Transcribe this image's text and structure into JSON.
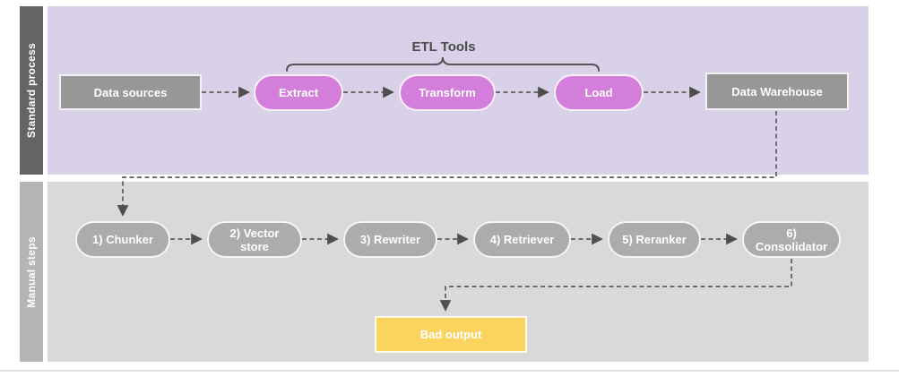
{
  "lanes": {
    "standard": {
      "label": "Standard process"
    },
    "manual": {
      "label": "Manual steps"
    }
  },
  "annotation": {
    "etl_tools": "ETL Tools"
  },
  "nodes": {
    "data_sources": "Data sources",
    "extract": "Extract",
    "transform": "Transform",
    "load": "Load",
    "data_warehouse": "Data Warehouse",
    "chunker": "1) Chunker",
    "vector_store": "2) Vector store",
    "rewriter": "3) Rewriter",
    "retriever": "4) Retriever",
    "reranker": "5) Reranker",
    "consolidator": "6) Consolidator",
    "bad_output": "Bad output"
  },
  "colors": {
    "standard_lane_bar": "#646464",
    "standard_lane_bg": "#d8d1e7",
    "manual_lane_bar": "#b5b5b5",
    "manual_lane_bg": "#d9d9d9",
    "etl_stage_fill": "#d47edb",
    "gray_box_fill": "#979797",
    "manual_step_fill": "#acacac",
    "bad_output_fill": "#fbd35f",
    "connector": "#5c5c5c",
    "annotation_text": "#4b4b4b"
  }
}
